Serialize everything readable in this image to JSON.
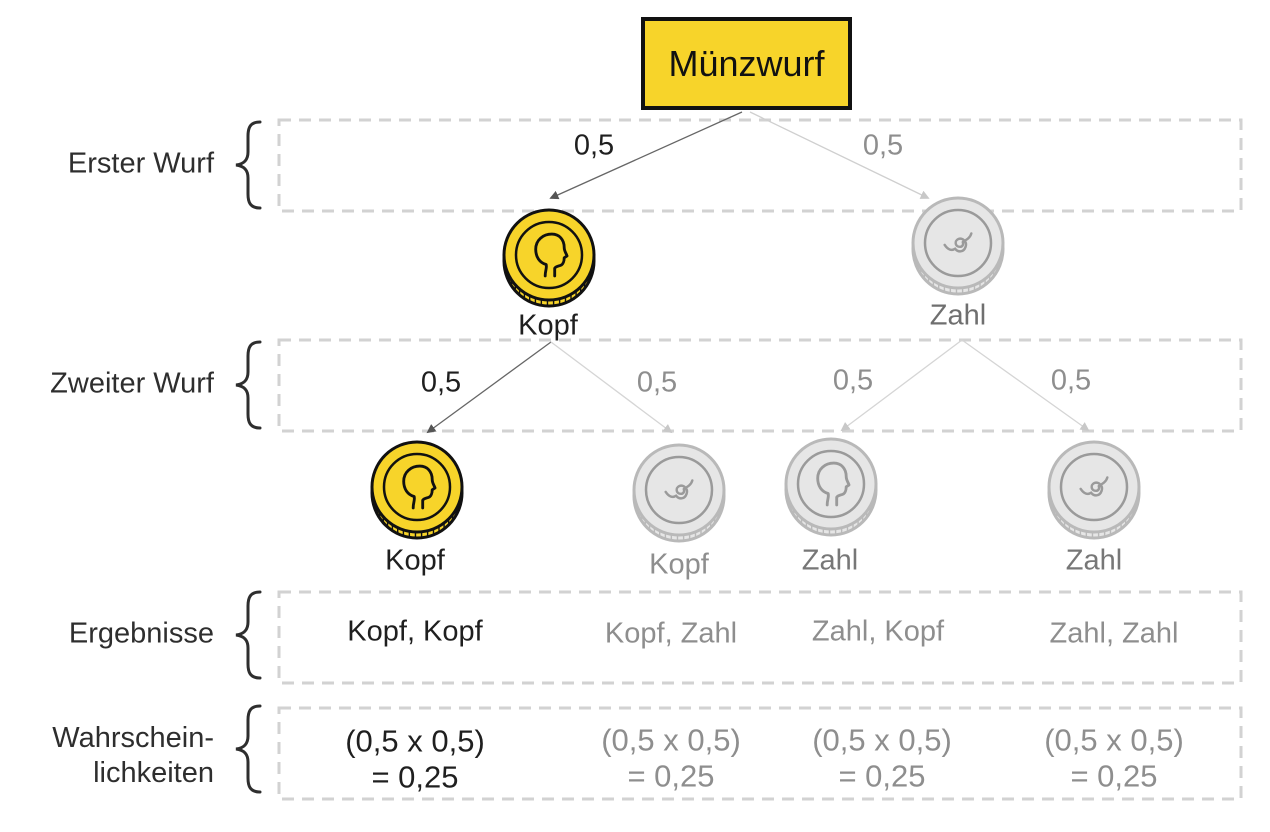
{
  "title": "Münzwurf",
  "colors": {
    "highlight": "#f7d42a",
    "inactive": "#e6e6e6",
    "dashed_border": "#cfcfcf"
  },
  "row_labels": {
    "first": "Erster Wurf",
    "second": "Zweiter Wurf",
    "results": "Ergebnisse",
    "probabilities_line1": "Wahrschein-",
    "probabilities_line2": "lichkeiten"
  },
  "first_throw": {
    "prob_left": "0,5",
    "prob_right": "0,5",
    "coin_left": {
      "label": "Kopf",
      "icon": "head-profile-icon",
      "highlighted": true
    },
    "coin_right": {
      "label": "Zahl",
      "icon": "swirl-icon",
      "highlighted": false
    }
  },
  "second_throw": {
    "probs": [
      "0,5",
      "0,5",
      "0,5",
      "0,5"
    ],
    "coins": [
      {
        "label": "Kopf",
        "icon": "head-profile-icon",
        "highlighted": true
      },
      {
        "label": "Kopf",
        "icon": "swirl-icon",
        "highlighted": false
      },
      {
        "label": "Zahl",
        "icon": "head-profile-icon",
        "highlighted": false
      },
      {
        "label": "Zahl",
        "icon": "swirl-icon",
        "highlighted": false
      }
    ]
  },
  "results": [
    "Kopf, Kopf",
    "Kopf, Zahl",
    "Zahl, Kopf",
    "Zahl, Zahl"
  ],
  "probabilities": [
    {
      "calc": "(0,5 x 0,5)",
      "value": "= 0,25"
    },
    {
      "calc": "(0,5 x 0,5)",
      "value": "= 0,25"
    },
    {
      "calc": "(0,5 x 0,5)",
      "value": "= 0,25"
    },
    {
      "calc": "(0,5 x 0,5)",
      "value": "= 0,25"
    }
  ]
}
